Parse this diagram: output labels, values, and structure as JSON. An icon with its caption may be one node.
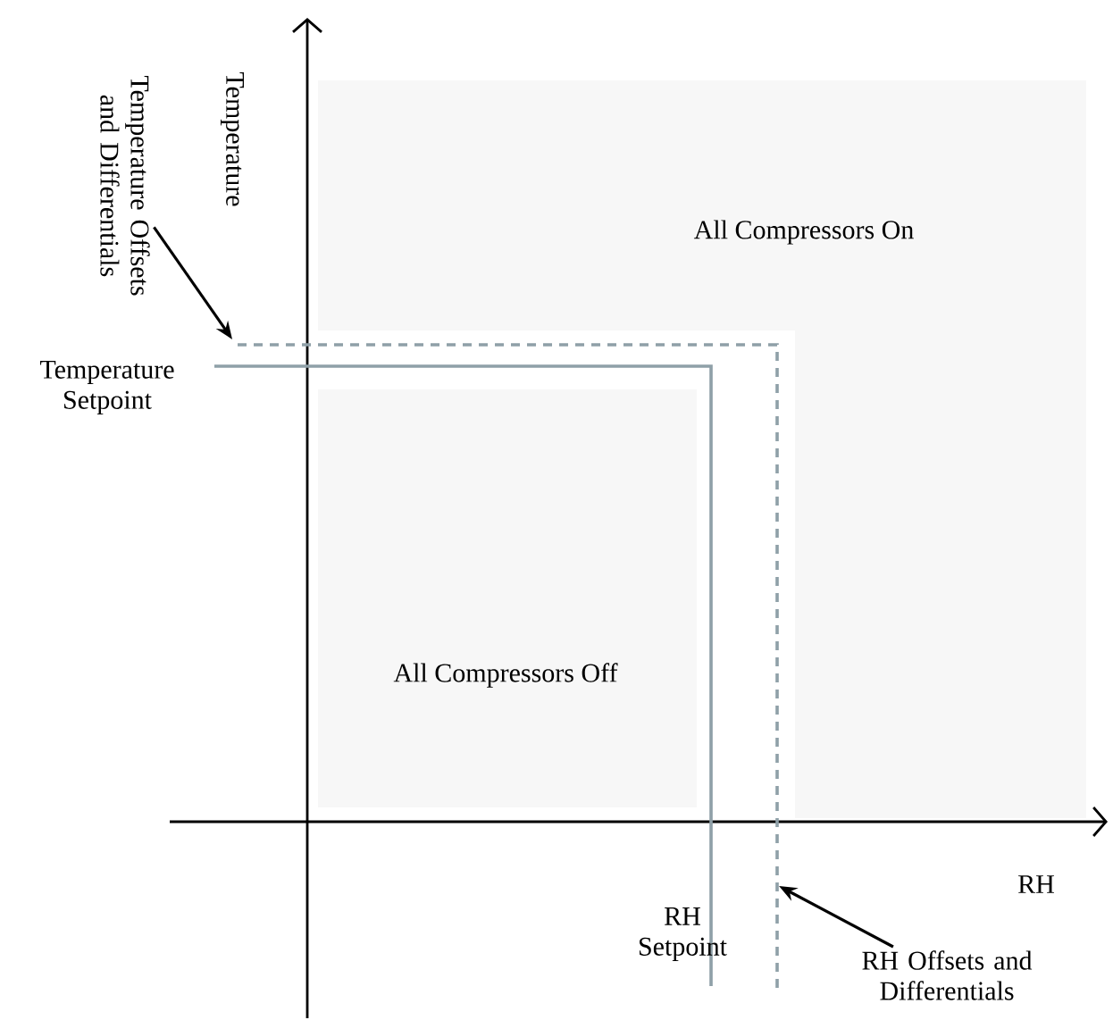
{
  "diagram": {
    "nodes": [
      {
        "text": [
          "All Compressors On"
        ]
      },
      {
        "text": [
          "All Compressors Off"
        ]
      },
      {
        "text": [
          "Temperature Offsets and Differentials"
        ]
      },
      {
        "text": [
          "RH Offsets and Differentials"
        ]
      }
    ],
    "edges": [
      {
        "from": 2,
        "to": null,
        "arrow": "to"
      },
      {
        "from": 3,
        "to": null,
        "arrow": "to"
      }
    ],
    "labels": [
      "Temperature",
      "Temperature Setpoint",
      "RH Setpoint",
      "RH"
    ]
  }
}
